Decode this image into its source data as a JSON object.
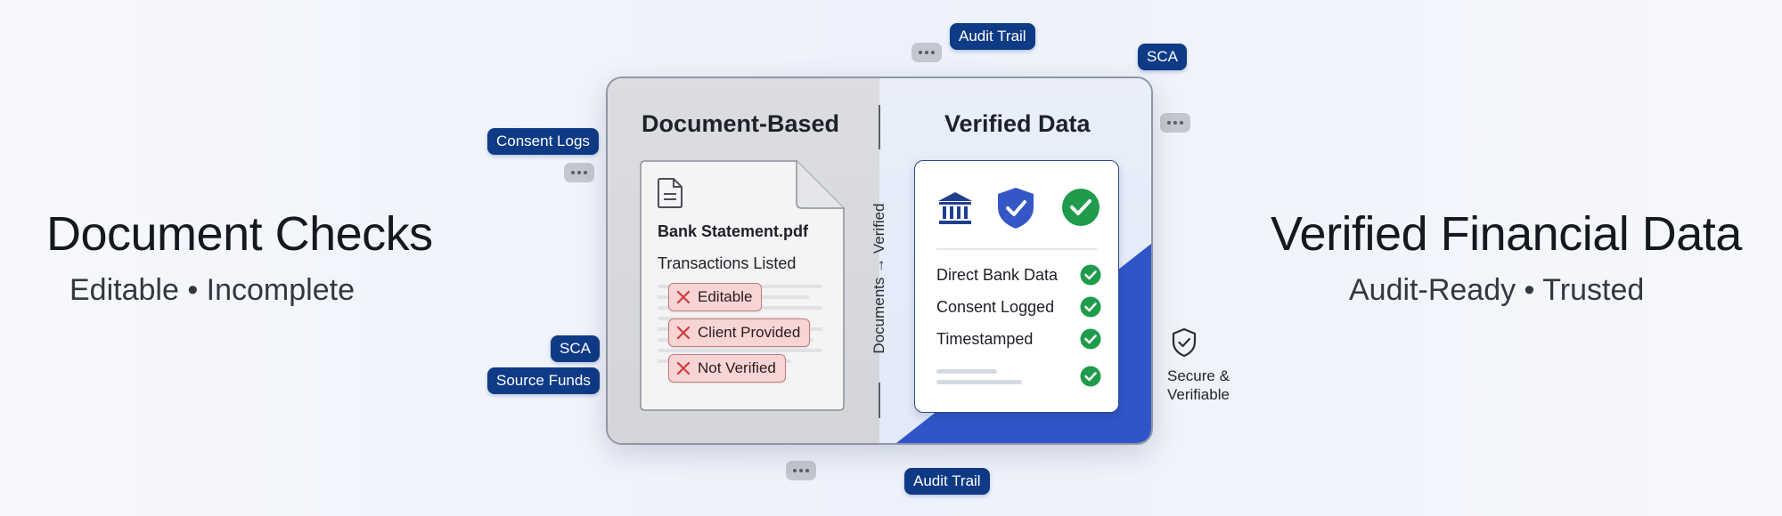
{
  "left": {
    "title": "Document Checks",
    "subtitle": "Editable • Incomplete"
  },
  "right": {
    "title": "Verified Financial Data",
    "subtitle": "Audit-Ready • Trusted"
  },
  "card": {
    "left_title": "Document-Based",
    "right_title": "Verified Data",
    "divider_label": "Documents → Verified",
    "document": {
      "filename": "Bank Statement.pdf",
      "subtitle": "Transactions Listed",
      "tags": [
        "Editable",
        "Client Provided",
        "Not Verified"
      ]
    },
    "verified": {
      "icons": [
        "bank-icon",
        "shield-check-icon",
        "check-circle-icon"
      ],
      "items": [
        "Direct Bank Data",
        "Consent Logged",
        "Timestamped"
      ]
    }
  },
  "floating_tags": {
    "audit_trail_top": "Audit Trail",
    "sca_top": "SCA",
    "consent_logs": "Consent Logs",
    "sca_left": "SCA",
    "source_funds": "Source Funds",
    "audit_trail_bottom": "Audit Trail"
  },
  "secure": {
    "line1": "Secure &",
    "line2": "Verifiable",
    "icon": "shield-check-outline-icon"
  },
  "colors": {
    "navy": "#0f3a86",
    "verified_blue": "#2f55c8",
    "check_green": "#1e9b4b",
    "tag_red_bg": "#f8d4d4",
    "tag_red_x": "#d23a3a"
  }
}
